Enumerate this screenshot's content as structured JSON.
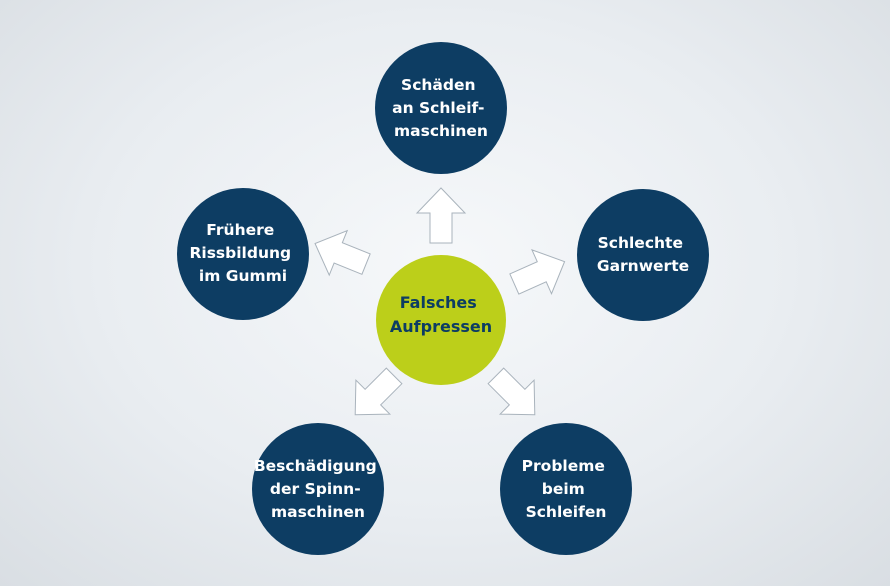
{
  "colors": {
    "outer_node": "#0d3d63",
    "center_node": "#bccf1a",
    "outer_text": "#ffffff",
    "center_text": "#0d3d63",
    "arrow_fill": "#ffffff"
  },
  "center": {
    "lines": [
      "Falsches",
      "Aufpressen"
    ]
  },
  "nodes": [
    {
      "lines": [
        "Schäden",
        "an Schleif-",
        "maschinen"
      ]
    },
    {
      "lines": [
        "Schlechte",
        "Garnwerte"
      ]
    },
    {
      "lines": [
        "Probleme",
        "beim",
        "Schleifen"
      ]
    },
    {
      "lines": [
        "Beschädigung",
        "der Spinn-",
        "maschinen"
      ]
    },
    {
      "lines": [
        "Frühere",
        "Rissbildung",
        "im Gummi"
      ]
    }
  ]
}
